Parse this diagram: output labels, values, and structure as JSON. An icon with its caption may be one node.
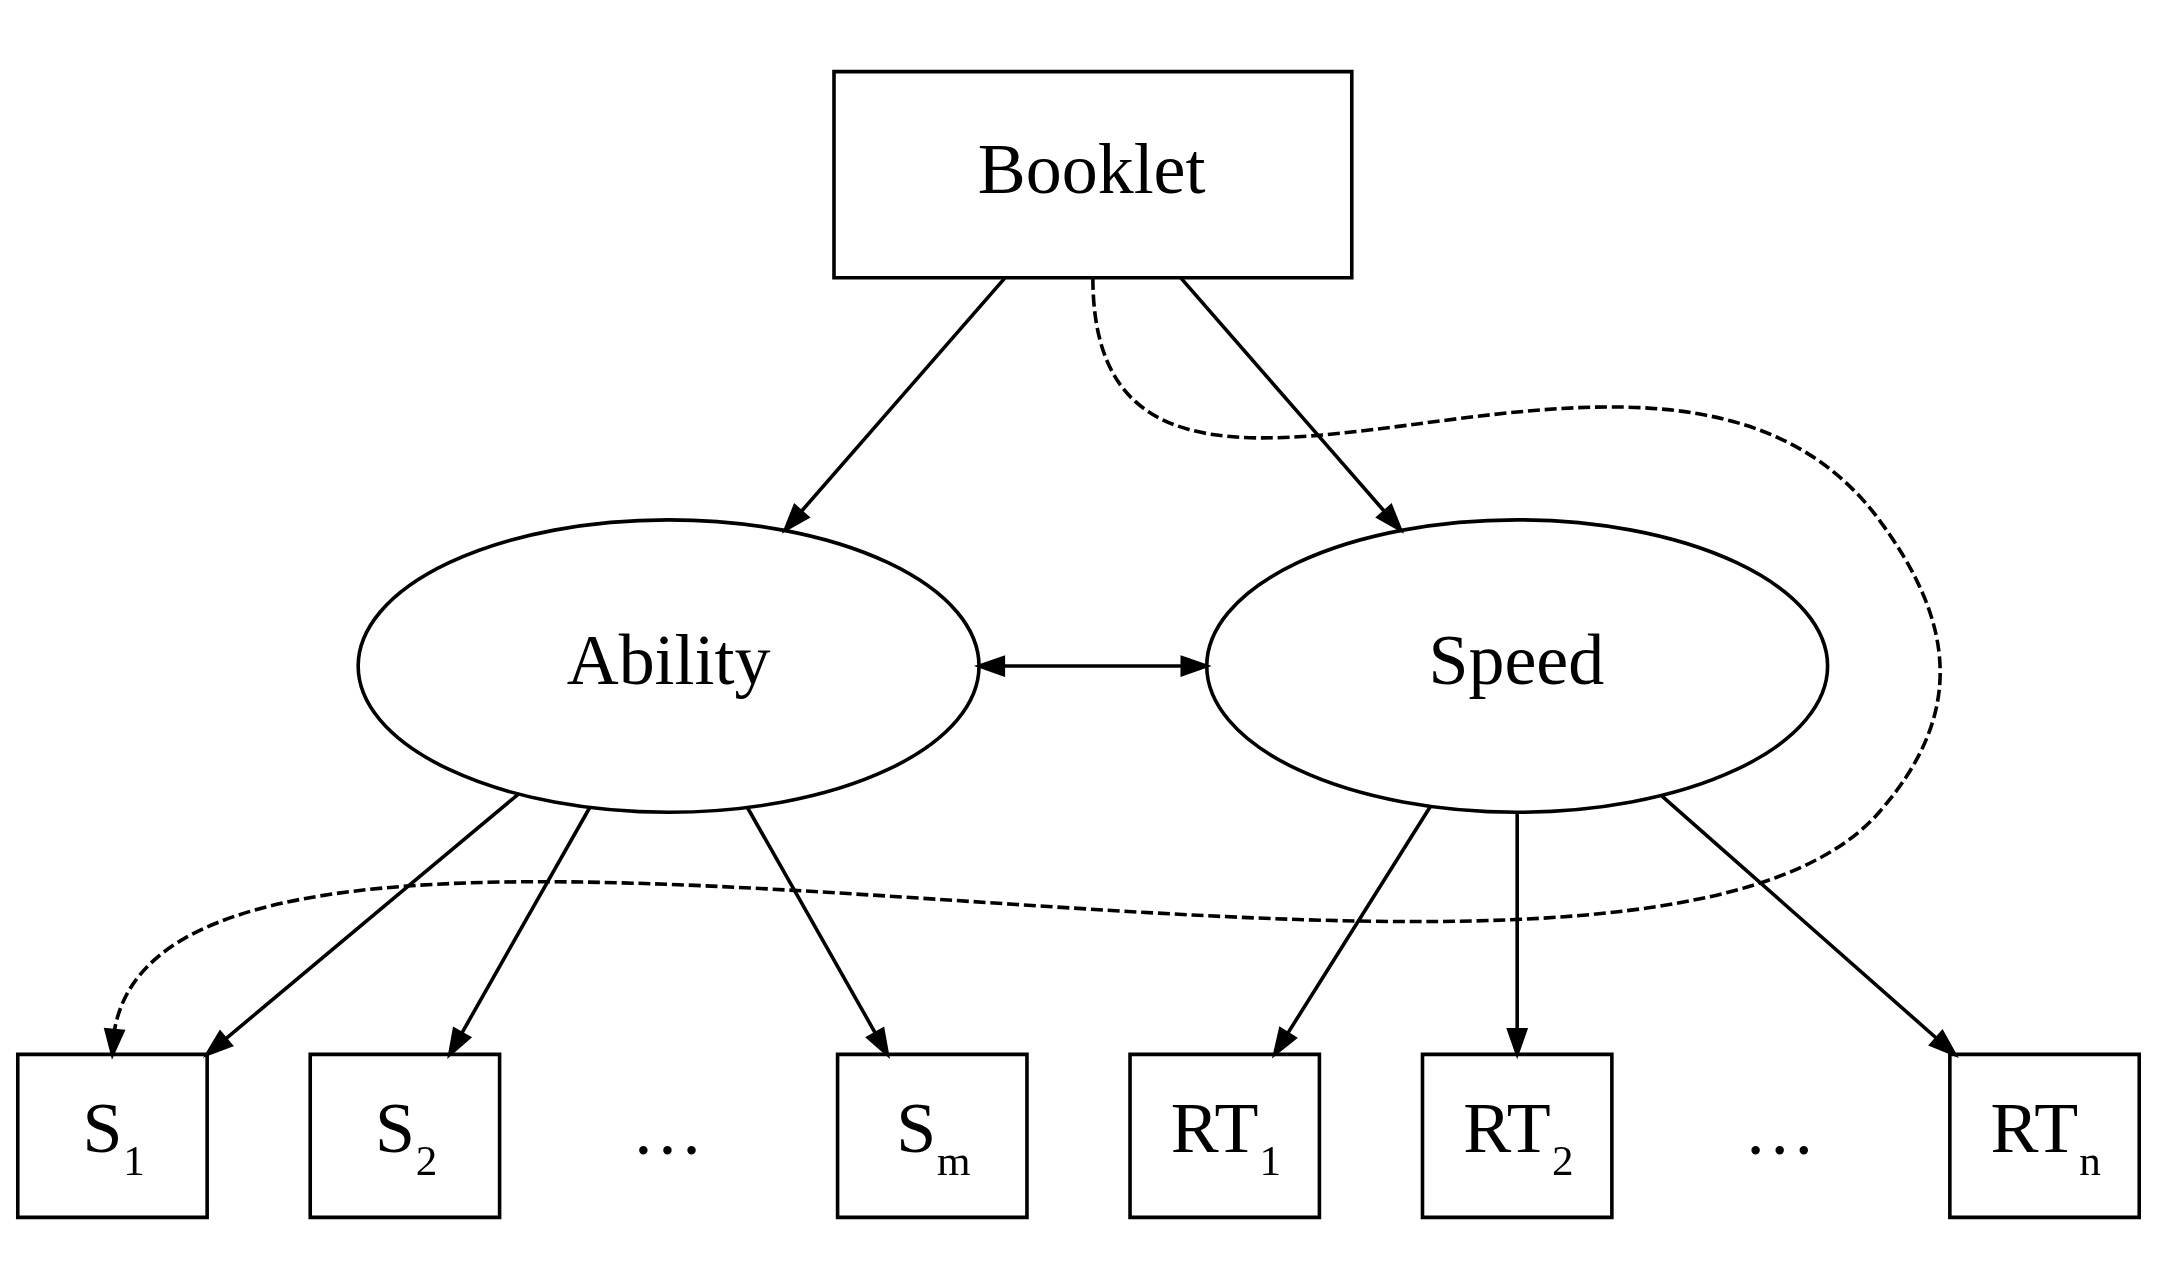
{
  "diagram": {
    "nodes": [
      {
        "text": [
          "Booklet"
        ]
      },
      {
        "text": [
          "Ability"
        ]
      },
      {
        "text": [
          "Speed"
        ]
      },
      {
        "text": [
          "S$_{1}$"
        ]
      },
      {
        "text": [
          "S$_{2}$"
        ]
      },
      {
        "text": [
          "S$_{m}$"
        ]
      },
      {
        "text": [
          "RT$_{1}$"
        ]
      },
      {
        "text": [
          "RT$_{2}$"
        ]
      },
      {
        "text": [
          "RT$_{n}$"
        ]
      }
    ],
    "edges": [
      {
        "from": 0,
        "to": 1,
        "arrow": "to"
      },
      {
        "from": 0,
        "to": 2,
        "arrow": "to"
      },
      {
        "from": 0,
        "to": 3,
        "arrow": "to",
        "style": "dashed"
      },
      {
        "from": 1,
        "to": 2,
        "arrow": "both"
      },
      {
        "from": 1,
        "to": 3,
        "arrow": "to"
      },
      {
        "from": 1,
        "to": 4,
        "arrow": "to"
      },
      {
        "from": 1,
        "to": 5,
        "arrow": "to"
      },
      {
        "from": 2,
        "to": 6,
        "arrow": "to"
      },
      {
        "from": 2,
        "to": 7,
        "arrow": "to"
      },
      {
        "from": 2,
        "to": 8,
        "arrow": "to"
      }
    ],
    "labels": [
      "…",
      "…"
    ]
  }
}
